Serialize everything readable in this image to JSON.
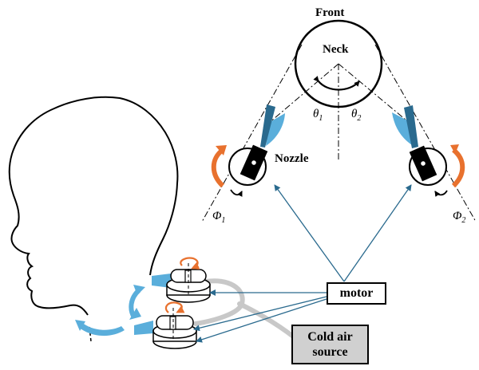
{
  "labels": {
    "front": "Front",
    "neck": "Neck",
    "nozzle": "Nozzle",
    "motor": "motor",
    "cold_air_line1": "Cold air",
    "cold_air_line2": "source"
  },
  "symbols": {
    "theta1_base": "θ",
    "theta1_sub": "1",
    "theta2_base": "θ",
    "theta2_sub": "2",
    "phi1_base": "Φ",
    "phi1_sub": "1",
    "phi2_base": "Φ",
    "phi2_sub": "2"
  },
  "colors": {
    "arrow_blue": "#2a6a8e",
    "air_blue": "#5aaedb",
    "rotate_orange": "#e8712e",
    "duct_gray": "#c8c8c8",
    "source_gray": "#d0d0d0"
  }
}
